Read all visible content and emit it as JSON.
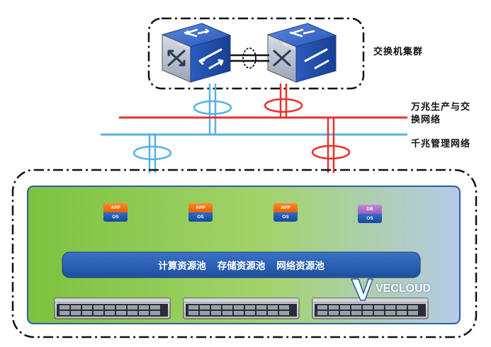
{
  "labels": {
    "switch_cluster": "交换机集群",
    "ten_gig_network_line1": "万兆生产与交",
    "ten_gig_network_line2": "换网络",
    "gig_mgmt_network": "千兆管理网络"
  },
  "switch_face_text": "SWITCH",
  "vms": [
    {
      "top": "APP",
      "bottom": "OS"
    },
    {
      "top": "APP",
      "bottom": "OS"
    },
    {
      "top": "APP",
      "bottom": "OS"
    },
    {
      "top": "DB",
      "bottom": "OS"
    }
  ],
  "resource_pools": [
    "计算资源池",
    "存储资源池",
    "网络资源池"
  ],
  "brand": {
    "name": "VECLOUD"
  },
  "colors": {
    "production_network": "#e8312f",
    "management_network": "#54b2ea",
    "switch_blue": "#2a56b8",
    "pool_bar": "#2d63b8",
    "panel_green": "#86c94b",
    "panel_blue": "#b8cde6"
  },
  "icons": [
    "switch-icon",
    "server-icon",
    "vecloud-logo-icon",
    "link-bundle-icon"
  ]
}
